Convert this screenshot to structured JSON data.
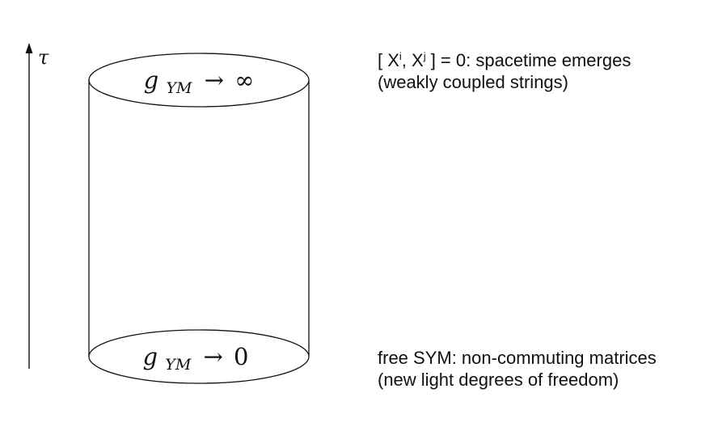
{
  "axis": {
    "symbol": "τ"
  },
  "cylinder": {
    "top_label": {
      "base": "g",
      "subscript": "YM",
      "arrow": "→",
      "limit": "∞"
    },
    "bottom_label": {
      "base": "g",
      "subscript": "YM",
      "arrow": "→",
      "limit": "0"
    }
  },
  "annotations": {
    "top": {
      "line1": {
        "open": "[ X",
        "sup1": "i",
        "mid": ", X",
        "sup2": "j",
        "close": " ] = 0: spacetime emerges"
      },
      "line2": "(weakly coupled strings)"
    },
    "bottom": {
      "line1": "free SYM: non-commuting matrices",
      "line2": "(new light degrees of freedom)"
    }
  },
  "colors": {
    "stroke": "#111111",
    "background": "#ffffff"
  }
}
